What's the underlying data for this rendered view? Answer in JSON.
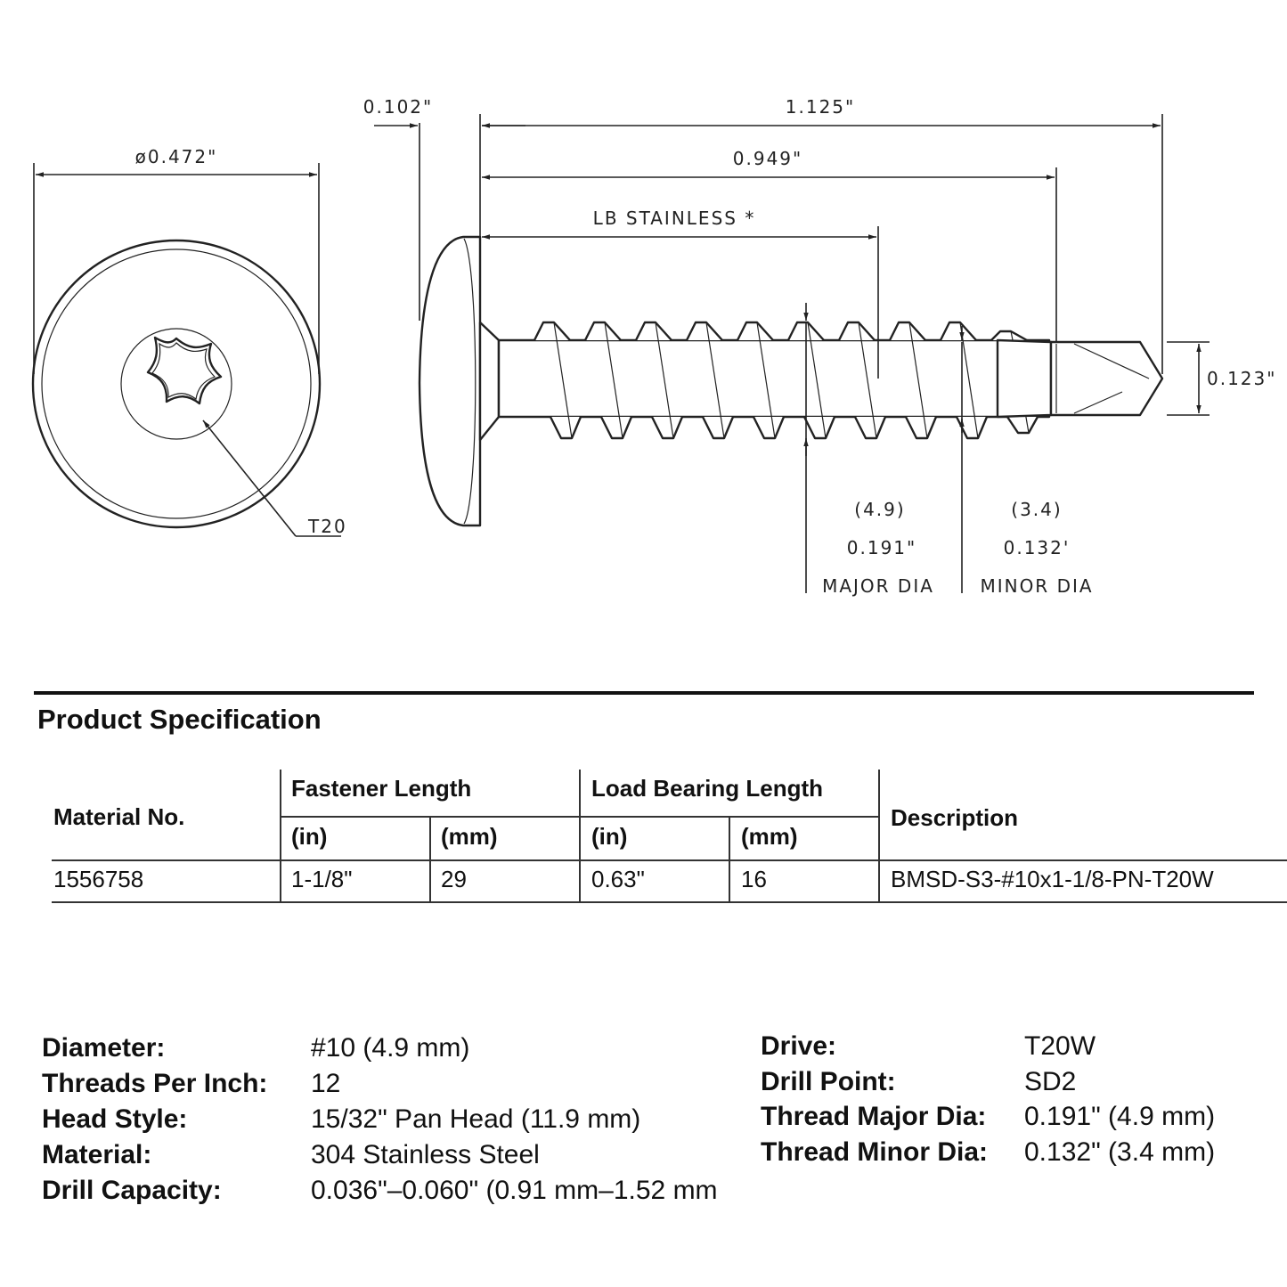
{
  "drawing": {
    "head_diameter": "ø0.472\"",
    "drive_callout": "T20",
    "head_height": "0.102\"",
    "overall_length": "1.125\"",
    "thread_length": "0.949\"",
    "load_bearing_label": "LB STAINLESS *",
    "point_diameter": "0.123\"",
    "major_dia_mm": "(4.9)",
    "major_dia_in": "0.191\"",
    "major_dia_label": "MAJOR DIA",
    "minor_dia_mm": "(3.4)",
    "minor_dia_in": "0.132'",
    "minor_dia_label": "MINOR DIA"
  },
  "spec": {
    "title": "Product Specification",
    "headers": {
      "material_no": "Material No.",
      "fastener_length": "Fastener Length",
      "load_bearing_length": "Load Bearing Length",
      "description": "Description",
      "fl_in": "(in)",
      "fl_mm": "(mm)",
      "lb_in": "(in)",
      "lb_mm": "(mm)"
    },
    "rows": [
      {
        "material_no": "1556758",
        "fl_in": "1-1/8\"",
        "fl_mm": "29",
        "lb_in": "0.63\"",
        "lb_mm": "16",
        "description": "BMSD-S3-#10x1-1/8-PN-T20W"
      }
    ]
  },
  "properties_left": [
    {
      "label": "Diameter:",
      "value": "#10 (4.9 mm)"
    },
    {
      "label": "Threads Per Inch:",
      "value": "12"
    },
    {
      "label": "Head Style:",
      "value": "15/32\" Pan Head (11.9 mm)"
    },
    {
      "label": "Material:",
      "value": "304 Stainless Steel"
    },
    {
      "label": "Drill Capacity:",
      "value": "0.036\"–0.060\" (0.91 mm–1.52 mm"
    }
  ],
  "properties_right": [
    {
      "label": "Drive:",
      "value": "T20W"
    },
    {
      "label": "Drill Point:",
      "value": "SD2"
    },
    {
      "label": "Thread Major Dia:",
      "value": "0.191\" (4.9 mm)"
    },
    {
      "label": "Thread Minor Dia:",
      "value": "0.132\" (3.4 mm)"
    }
  ]
}
